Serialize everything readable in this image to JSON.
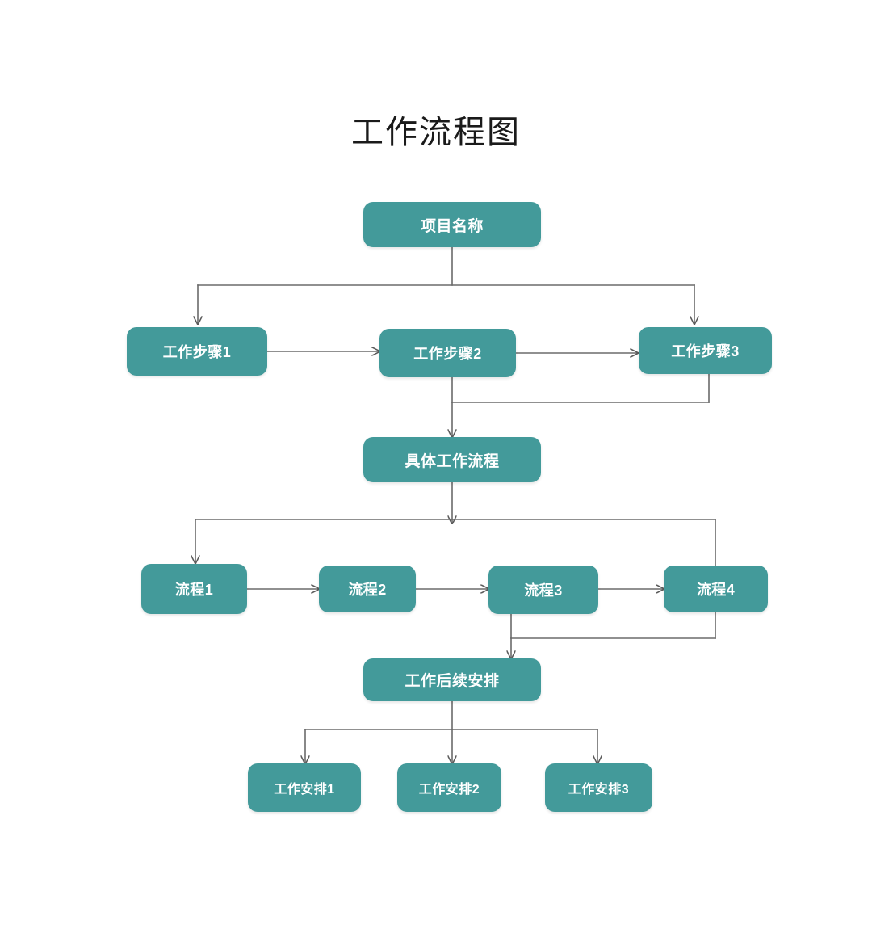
{
  "title": "工作流程图",
  "theme": {
    "node_fill": "#439a9a",
    "node_text": "#ffffff",
    "connector": "#6b6b6b",
    "background": "#ffffff",
    "title_color": "#1a1a1a"
  },
  "nodes": {
    "root": {
      "label": "项目名称"
    },
    "steps": [
      {
        "label": "工作步骤1"
      },
      {
        "label": "工作步骤2"
      },
      {
        "label": "工作步骤3"
      }
    ],
    "process_header": {
      "label": "具体工作流程"
    },
    "processes": [
      {
        "label": "流程1"
      },
      {
        "label": "流程2"
      },
      {
        "label": "流程3"
      },
      {
        "label": "流程4"
      }
    ],
    "followup_header": {
      "label": "工作后续安排"
    },
    "arrangements": [
      {
        "label": "工作安排1"
      },
      {
        "label": "工作安排2"
      },
      {
        "label": "工作安排3"
      }
    ]
  }
}
